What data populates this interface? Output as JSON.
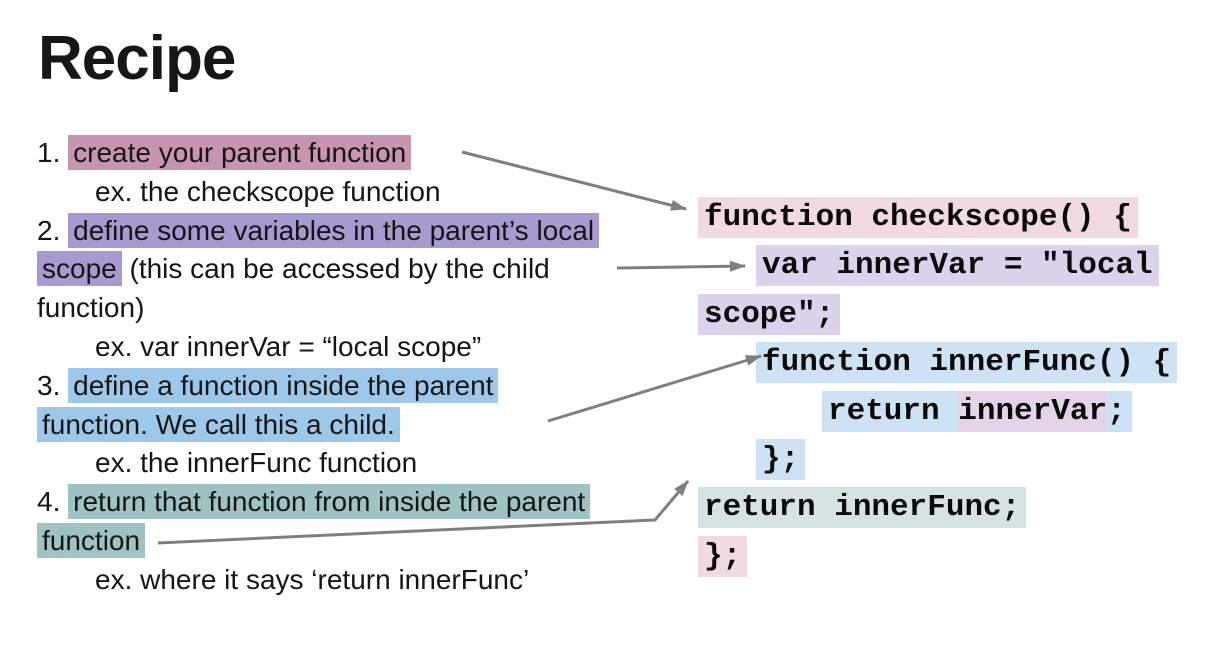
{
  "title": "Recipe",
  "colors": {
    "step1_pink": "#c795b0",
    "step2_purple": "#a89ad1",
    "step3_blue": "#9ec8ea",
    "step4_teal": "#9fc2c2",
    "code_pink": "#f2dae2",
    "code_purple": "#dbd3ec",
    "code_blue": "#cde2f4",
    "code_teal": "#d7e2e2",
    "code_innervar_purple": "#e3d4e9",
    "arrow_gray": "#7f7f7f"
  },
  "recipe_list": {
    "lines": [
      {
        "prefix": "1. ",
        "hl": "create your parent function"
      },
      {
        "ex": "ex. the checkscope function"
      },
      {
        "prefix": "2. ",
        "hl": "define some variables in the parent’s local"
      },
      {
        "hl": "scope",
        "suffix": " (this can be accessed by the child"
      },
      {
        "text": "function)"
      },
      {
        "ex": "ex. var innerVar = “local scope”"
      },
      {
        "prefix": "3. ",
        "hl": "define a function inside the parent"
      },
      {
        "hl": "function. We call this a child."
      },
      {
        "ex": "ex. the innerFunc function"
      },
      {
        "prefix": "4. ",
        "hl": "return that function from inside the parent"
      },
      {
        "hl": "function"
      },
      {
        "ex": "ex. where it says ‘return innerFunc’"
      }
    ]
  },
  "code_block": {
    "lines": [
      {
        "text": "function checkscope() {"
      },
      {
        "text": "var innerVar = \"local"
      },
      {
        "text": "scope\";"
      },
      {
        "text": "function innerFunc() {"
      },
      {
        "seg_pre": "return ",
        "seg_var": "innerVar",
        "seg_post": ";"
      },
      {
        "text": "};"
      },
      {
        "text": "return innerFunc;"
      },
      {
        "text": "};"
      }
    ]
  }
}
